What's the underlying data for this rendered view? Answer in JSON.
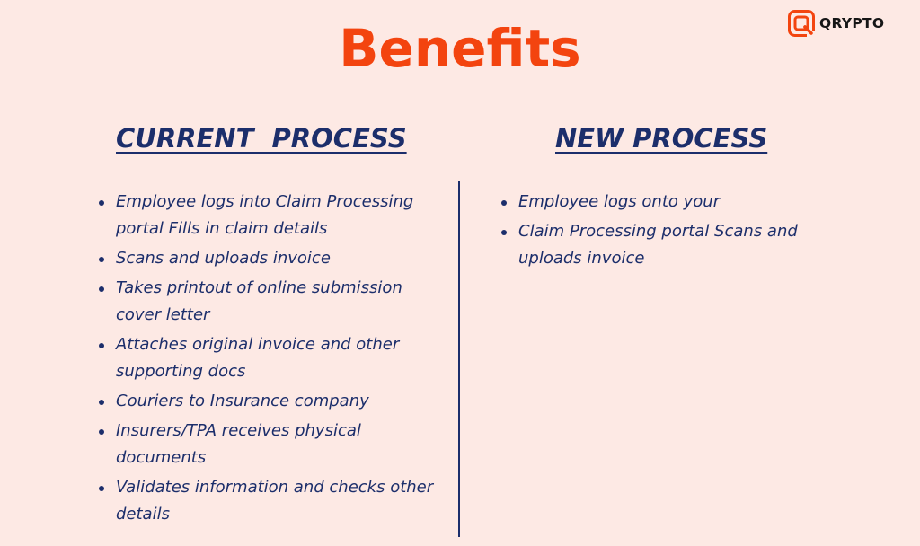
{
  "title": "Benefits",
  "logo": {
    "name": "QRYPTO",
    "icon": "qrypto-logo-icon",
    "color": "#f3440f"
  },
  "current_process": {
    "heading": "CURRENT  PROCESS",
    "items": [
      "Employee logs into Claim Processing portal Fills in claim details",
      "Scans and uploads invoice",
      "Takes printout of online submission cover letter",
      "Attaches original invoice and other supporting docs",
      "Couriers to Insurance company",
      "Insurers/TPA receives physical documents",
      "Validates information and checks other details"
    ]
  },
  "new_process": {
    "heading": "NEW PROCESS",
    "items": [
      "Employee logs onto your",
      "Claim Processing portal Scans and uploads invoice"
    ]
  },
  "colors": {
    "background": "#fde9e4",
    "accent": "#f3440f",
    "text": "#1c2e6b"
  }
}
